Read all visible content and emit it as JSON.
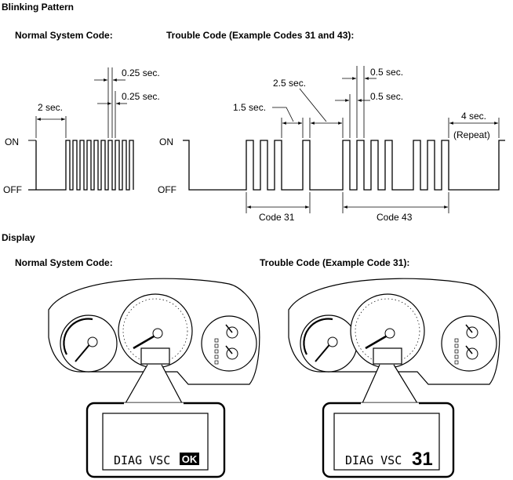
{
  "headings": {
    "blinking": "Blinking Pattern",
    "display": "Display",
    "normal_code": "Normal System Code:",
    "trouble_code_pattern": "Trouble Code (Example Codes 31 and 43):",
    "trouble_code_display": "Trouble Code (Example Code 31):"
  },
  "pattern": {
    "on_label": "ON",
    "off_label": "OFF",
    "normal_period": "2 sec.",
    "normal_on": "0.25 sec.",
    "normal_off": "0.25 sec.",
    "pulse_gap": "1.5 sec.",
    "digit_gap": "2.5 sec.",
    "trouble_on": "0.5 sec.",
    "trouble_off": "0.5 sec.",
    "repeat_gap": "4 sec.",
    "repeat_label": "(Repeat)",
    "code_a": "Code 31",
    "code_b": "Code 43"
  },
  "display": {
    "normal_text": "DIAG VSC",
    "normal_badge": "OK",
    "trouble_text": "DIAG VSC",
    "trouble_code": "31"
  }
}
